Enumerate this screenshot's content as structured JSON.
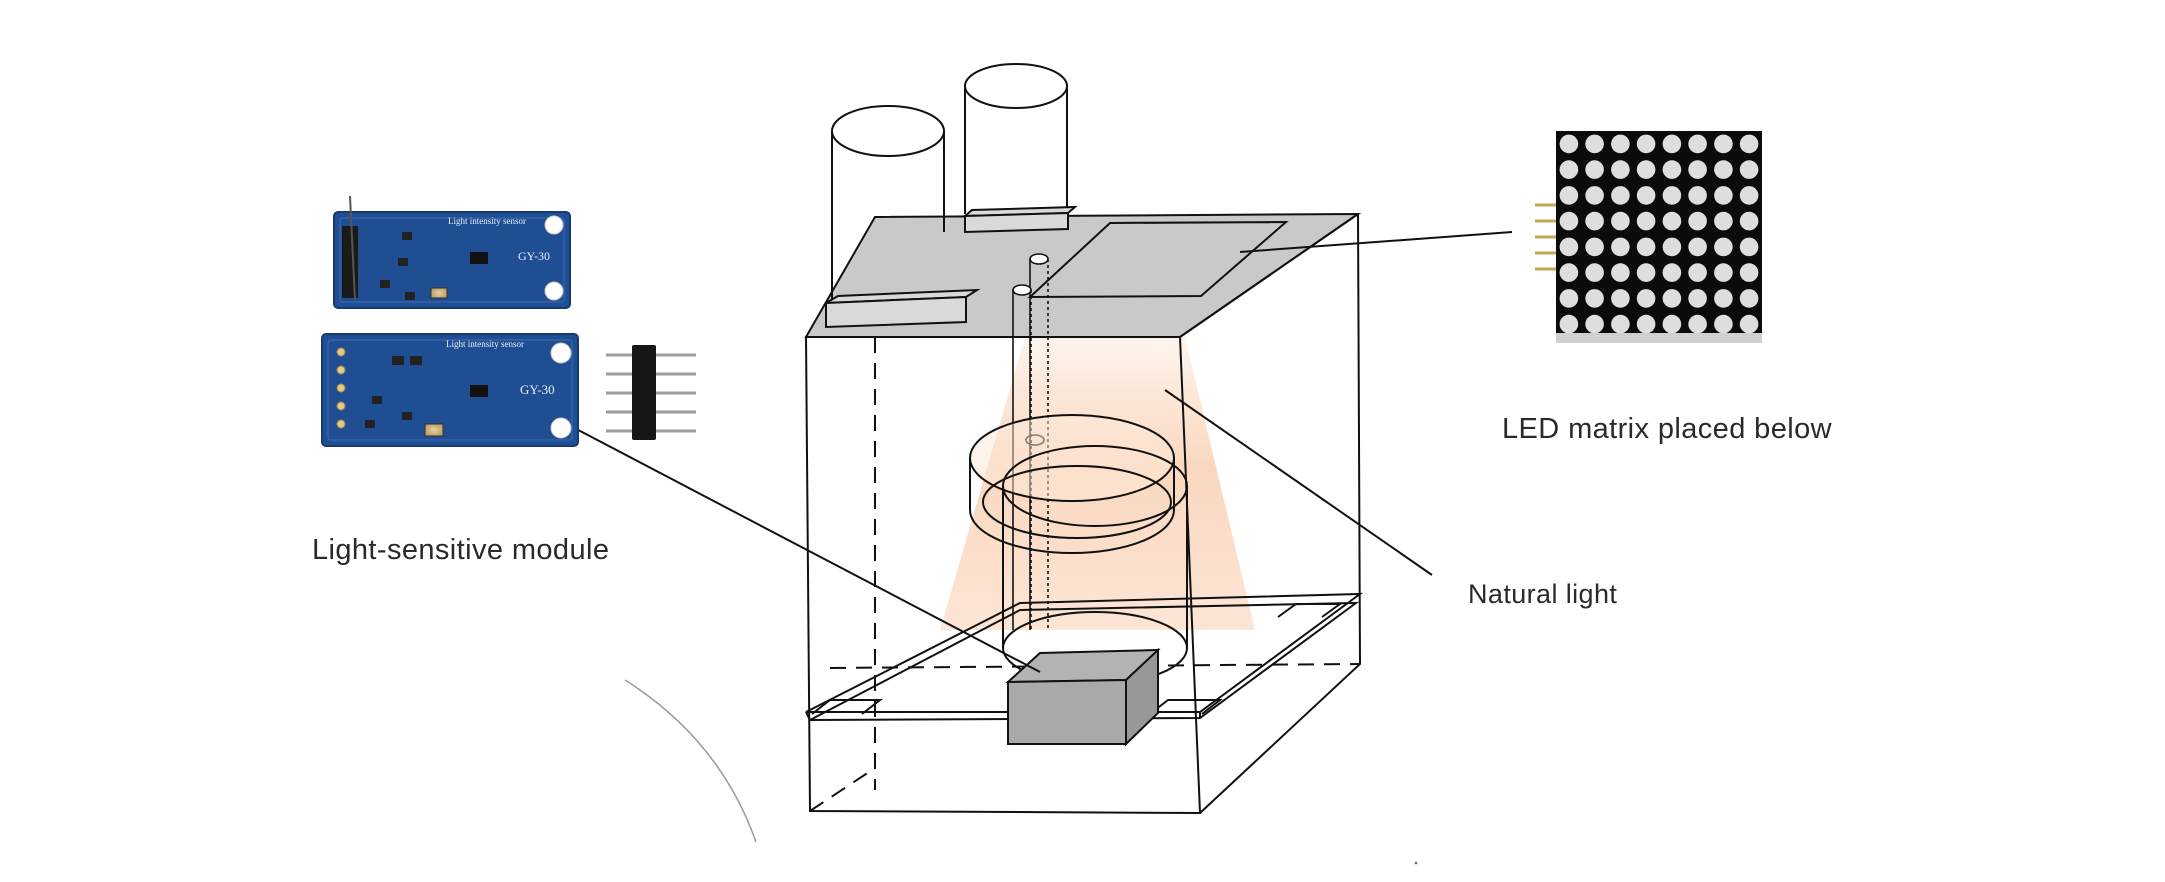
{
  "labels": {
    "sensor": "Light-sensitive module",
    "led": "LED matrix placed below",
    "light": "Natural light"
  },
  "board": {
    "title": "Light intensity sensor",
    "model": "GY-30"
  },
  "colors": {
    "line": "#111111",
    "panel_gray": "#c9c9cc",
    "pcb_blue": "#1f4e93",
    "pcb_dark": "#173a70",
    "light_glow": "#f6b78a",
    "led_off": "#0b0b0b",
    "led_dot": "#dedede",
    "label_text": "#2a2a2a"
  },
  "led_matrix": {
    "rows": 8,
    "cols": 8
  }
}
